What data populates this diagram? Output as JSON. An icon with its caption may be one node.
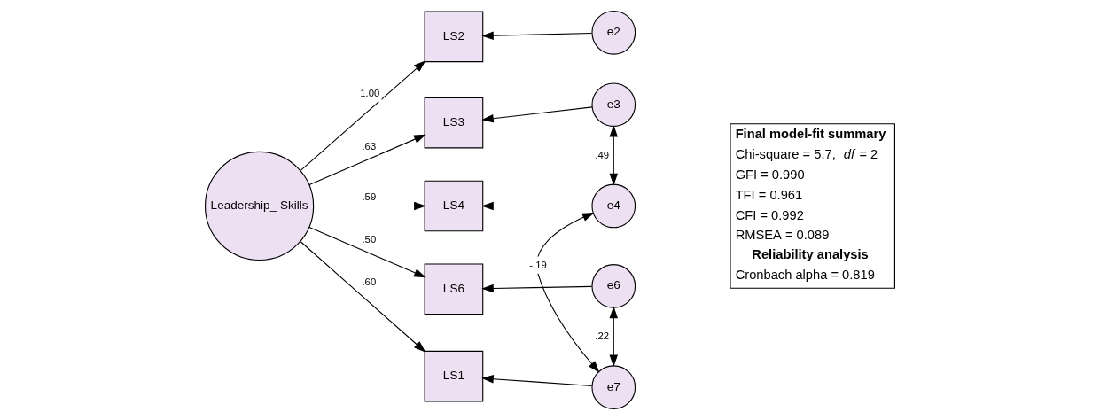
{
  "diagram": {
    "nodes": [
      {
        "text": [
          "Leadership_ Skills"
        ]
      },
      {
        "text": [
          "LS2"
        ]
      },
      {
        "text": [
          "LS3"
        ]
      },
      {
        "text": [
          "LS4"
        ]
      },
      {
        "text": [
          "LS6"
        ]
      },
      {
        "text": [
          "LS1"
        ]
      },
      {
        "text": [
          "e2"
        ]
      },
      {
        "text": [
          "e3"
        ]
      },
      {
        "text": [
          "e4"
        ]
      },
      {
        "text": [
          "e6"
        ]
      },
      {
        "text": [
          "e7"
        ]
      }
    ],
    "edges": [
      {
        "from": 0,
        "to": 1,
        "arrow": "to",
        "label": "1.00"
      },
      {
        "from": 0,
        "to": 2,
        "arrow": "to",
        "label": ".63"
      },
      {
        "from": 0,
        "to": 3,
        "arrow": "to",
        "label": ".59"
      },
      {
        "from": 0,
        "to": 4,
        "arrow": "to",
        "label": ".50"
      },
      {
        "from": 0,
        "to": 5,
        "arrow": "to",
        "label": ".60"
      },
      {
        "from": 6,
        "to": 1,
        "arrow": "to"
      },
      {
        "from": 7,
        "to": 2,
        "arrow": "to"
      },
      {
        "from": 8,
        "to": 3,
        "arrow": "to"
      },
      {
        "from": 9,
        "to": 4,
        "arrow": "to"
      },
      {
        "from": 10,
        "to": 5,
        "arrow": "to"
      },
      {
        "from": 7,
        "to": 8,
        "arrow": "both",
        "label": ".49"
      },
      {
        "from": 8,
        "to": 10,
        "arrow": "both",
        "label": "-.19"
      },
      {
        "from": 9,
        "to": 10,
        "arrow": "both",
        "label": ".22"
      }
    ],
    "labels": [
      "Final model-fit summary",
      "Chi-square = 5.7, *df* = 2",
      "GFI = 0.990",
      "TFI = 0.961",
      "CFI = 0.992",
      "RMSEA = 0.089",
      "Reliability analysis",
      "Cronbach alpha = 0.819"
    ]
  }
}
